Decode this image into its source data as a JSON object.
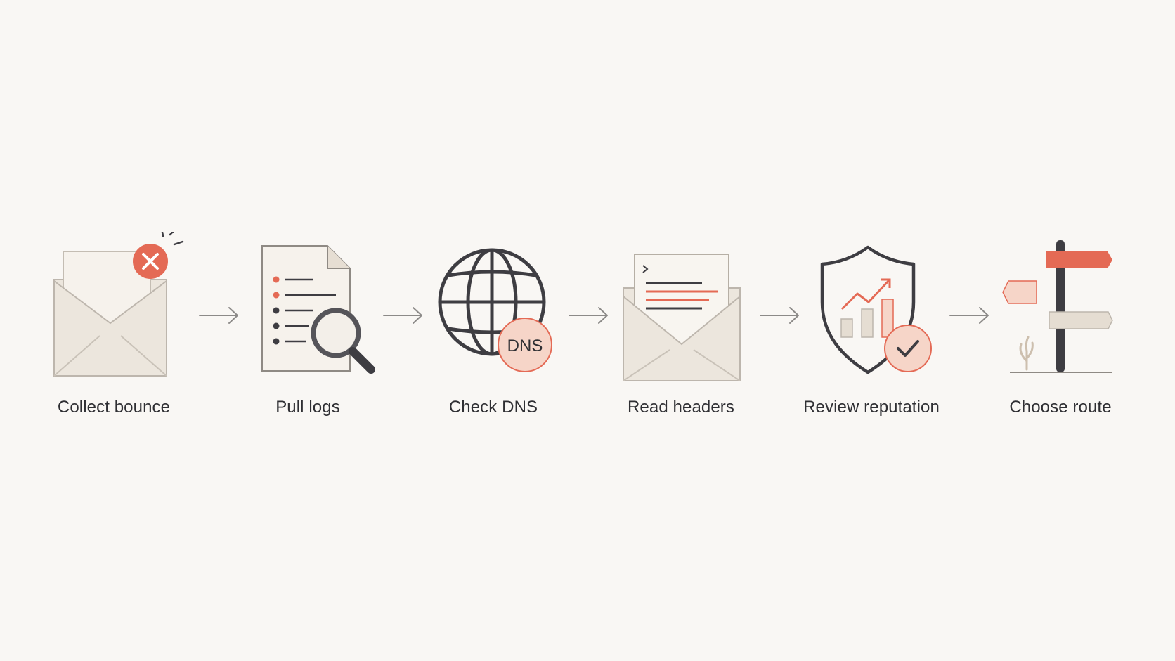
{
  "steps": [
    {
      "label": "Collect bounce",
      "icon": "bounced-envelope-icon"
    },
    {
      "label": "Pull logs",
      "icon": "log-search-icon"
    },
    {
      "label": "Check DNS",
      "icon": "dns-globe-icon",
      "badge": "DNS"
    },
    {
      "label": "Read headers",
      "icon": "email-headers-icon"
    },
    {
      "label": "Review reputation",
      "icon": "reputation-shield-icon"
    },
    {
      "label": "Choose route",
      "icon": "signpost-icon"
    }
  ],
  "colors": {
    "background": "#f9f7f4",
    "accent": "#e46a55",
    "accent_soft": "#f6d5c8",
    "stroke": "#3e3d42",
    "paper": "#ece6dd",
    "arrow": "#8c8a88"
  }
}
